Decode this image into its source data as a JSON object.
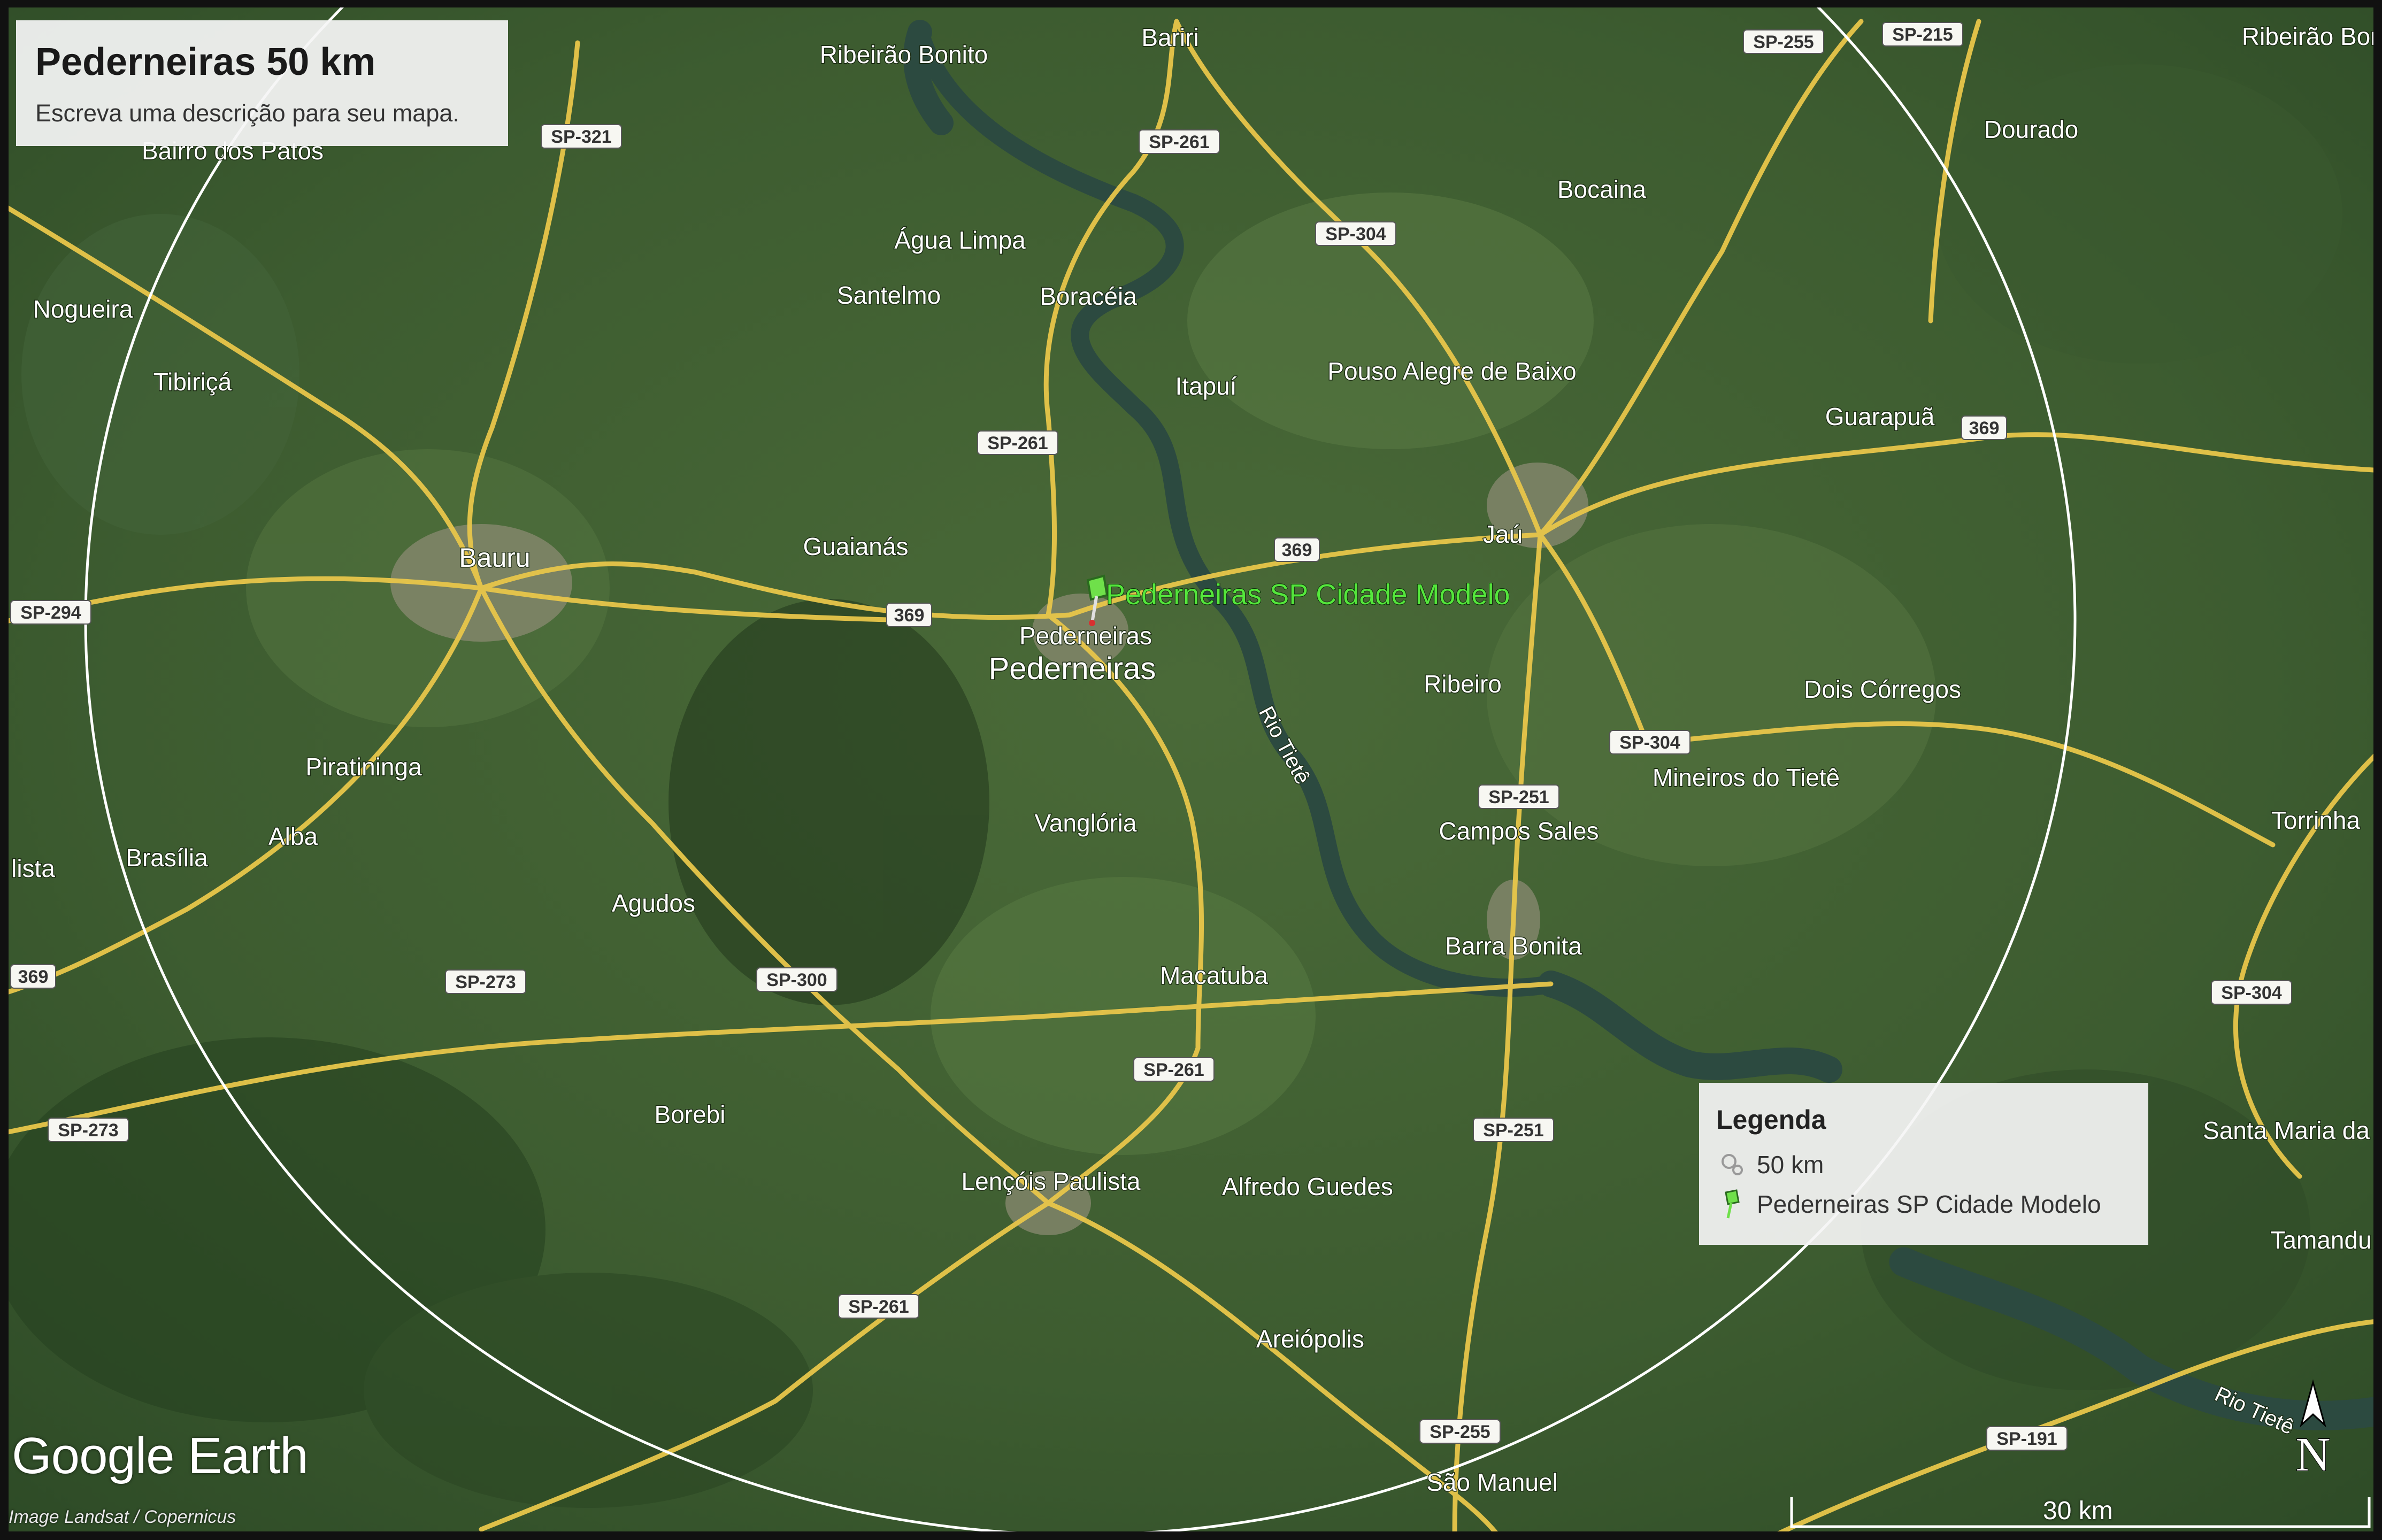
{
  "title": "Pederneiras 50 km",
  "description": "Escreva uma descrição para seu mapa.",
  "legend": {
    "heading": "Legenda",
    "items": [
      {
        "label": "50 km",
        "icon": "circle-path-icon"
      },
      {
        "label": "Pederneiras SP Cidade Modelo",
        "icon": "green-pushpin-icon"
      }
    ]
  },
  "placemark": "Pederneiras SP Cidade Modelo",
  "brand": "Google Earth",
  "credit": "Image Landsat / Copernicus",
  "scale": "30 km",
  "north": "N",
  "colors": {
    "road": "#e8c64a",
    "circle": "#ffffff",
    "placemark": "#4cd63c",
    "background": "#3c5a30"
  },
  "places": [
    {
      "id": "ribeirao-bonito",
      "label": "Ribeirão Bonito"
    },
    {
      "id": "bariri",
      "label": "Bariri"
    },
    {
      "id": "ribeirao-boni",
      "label": "Ribeirão Boni"
    },
    {
      "id": "dourado",
      "label": "Dourado"
    },
    {
      "id": "bairro-dos-patos",
      "label": "Bairro dos Patos"
    },
    {
      "id": "bocaina",
      "label": "Bocaina"
    },
    {
      "id": "agua-limpa",
      "label": "Água Limpa"
    },
    {
      "id": "santelmo",
      "label": "Santelmo"
    },
    {
      "id": "boraceia",
      "label": "Boracéia"
    },
    {
      "id": "nogueira",
      "label": "Nogueira"
    },
    {
      "id": "tibirica",
      "label": "Tibiriçá"
    },
    {
      "id": "itapui",
      "label": "Itapuí"
    },
    {
      "id": "pouso-alegre",
      "label": "Pouso Alegre de Baixo"
    },
    {
      "id": "guarapua",
      "label": "Guarapuã"
    },
    {
      "id": "guaianas",
      "label": "Guaianás"
    },
    {
      "id": "bauru",
      "label": "Bauru"
    },
    {
      "id": "jau",
      "label": "Jaú"
    },
    {
      "id": "pederneiras-small",
      "label": "Pederneiras"
    },
    {
      "id": "pederneiras",
      "label": "Pederneiras"
    },
    {
      "id": "ribeiro",
      "label": "Ribeiro"
    },
    {
      "id": "dois-corregos",
      "label": "Dois Córregos"
    },
    {
      "id": "piratininga",
      "label": "Piratininga"
    },
    {
      "id": "mineiros",
      "label": "Mineiros do Tietê"
    },
    {
      "id": "vangloria",
      "label": "Vanglória"
    },
    {
      "id": "campos-sales",
      "label": "Campos Sales"
    },
    {
      "id": "torrinha",
      "label": "Torrinha"
    },
    {
      "id": "alba",
      "label": "Alba"
    },
    {
      "id": "lista",
      "label": "lista"
    },
    {
      "id": "brasilia",
      "label": "Brasília"
    },
    {
      "id": "agudos",
      "label": "Agudos"
    },
    {
      "id": "barra-bonita",
      "label": "Barra Bonita"
    },
    {
      "id": "macatuba",
      "label": "Macatuba"
    },
    {
      "id": "santa-maria",
      "label": "Santa Maria da"
    },
    {
      "id": "borebi",
      "label": "Borebi"
    },
    {
      "id": "lencois",
      "label": "Lençóis Paulista"
    },
    {
      "id": "alfredo-guedes",
      "label": "Alfredo Guedes"
    },
    {
      "id": "tamandu",
      "label": "Tamandu"
    },
    {
      "id": "areiopolis",
      "label": "Areiópolis"
    },
    {
      "id": "sao-manuel",
      "label": "São Manuel"
    },
    {
      "id": "rio-tiete",
      "label": "Rio Tietê"
    },
    {
      "id": "rio-tiete-2",
      "label": "Rio Tietê"
    }
  ],
  "shields": [
    {
      "id": "s255a",
      "label": "SP-255"
    },
    {
      "id": "s215",
      "label": "SP-215"
    },
    {
      "id": "s321",
      "label": "SP-321"
    },
    {
      "id": "s261a",
      "label": "SP-261"
    },
    {
      "id": "s304a",
      "label": "SP-304"
    },
    {
      "id": "s369a",
      "label": "369"
    },
    {
      "id": "s261b",
      "label": "SP-261"
    },
    {
      "id": "s369b",
      "label": "369"
    },
    {
      "id": "s294",
      "label": "SP-294"
    },
    {
      "id": "s369c",
      "label": "369"
    },
    {
      "id": "s304b",
      "label": "SP-304"
    },
    {
      "id": "s251a",
      "label": "SP-251"
    },
    {
      "id": "s369d",
      "label": "369"
    },
    {
      "id": "s273a",
      "label": "SP-273"
    },
    {
      "id": "s300",
      "label": "SP-300"
    },
    {
      "id": "s304c",
      "label": "SP-304"
    },
    {
      "id": "s261c",
      "label": "SP-261"
    },
    {
      "id": "s273b",
      "label": "SP-273"
    },
    {
      "id": "s251b",
      "label": "SP-251"
    },
    {
      "id": "s261d",
      "label": "SP-261"
    },
    {
      "id": "s255b",
      "label": "SP-255"
    },
    {
      "id": "s191",
      "label": "SP-191"
    }
  ]
}
